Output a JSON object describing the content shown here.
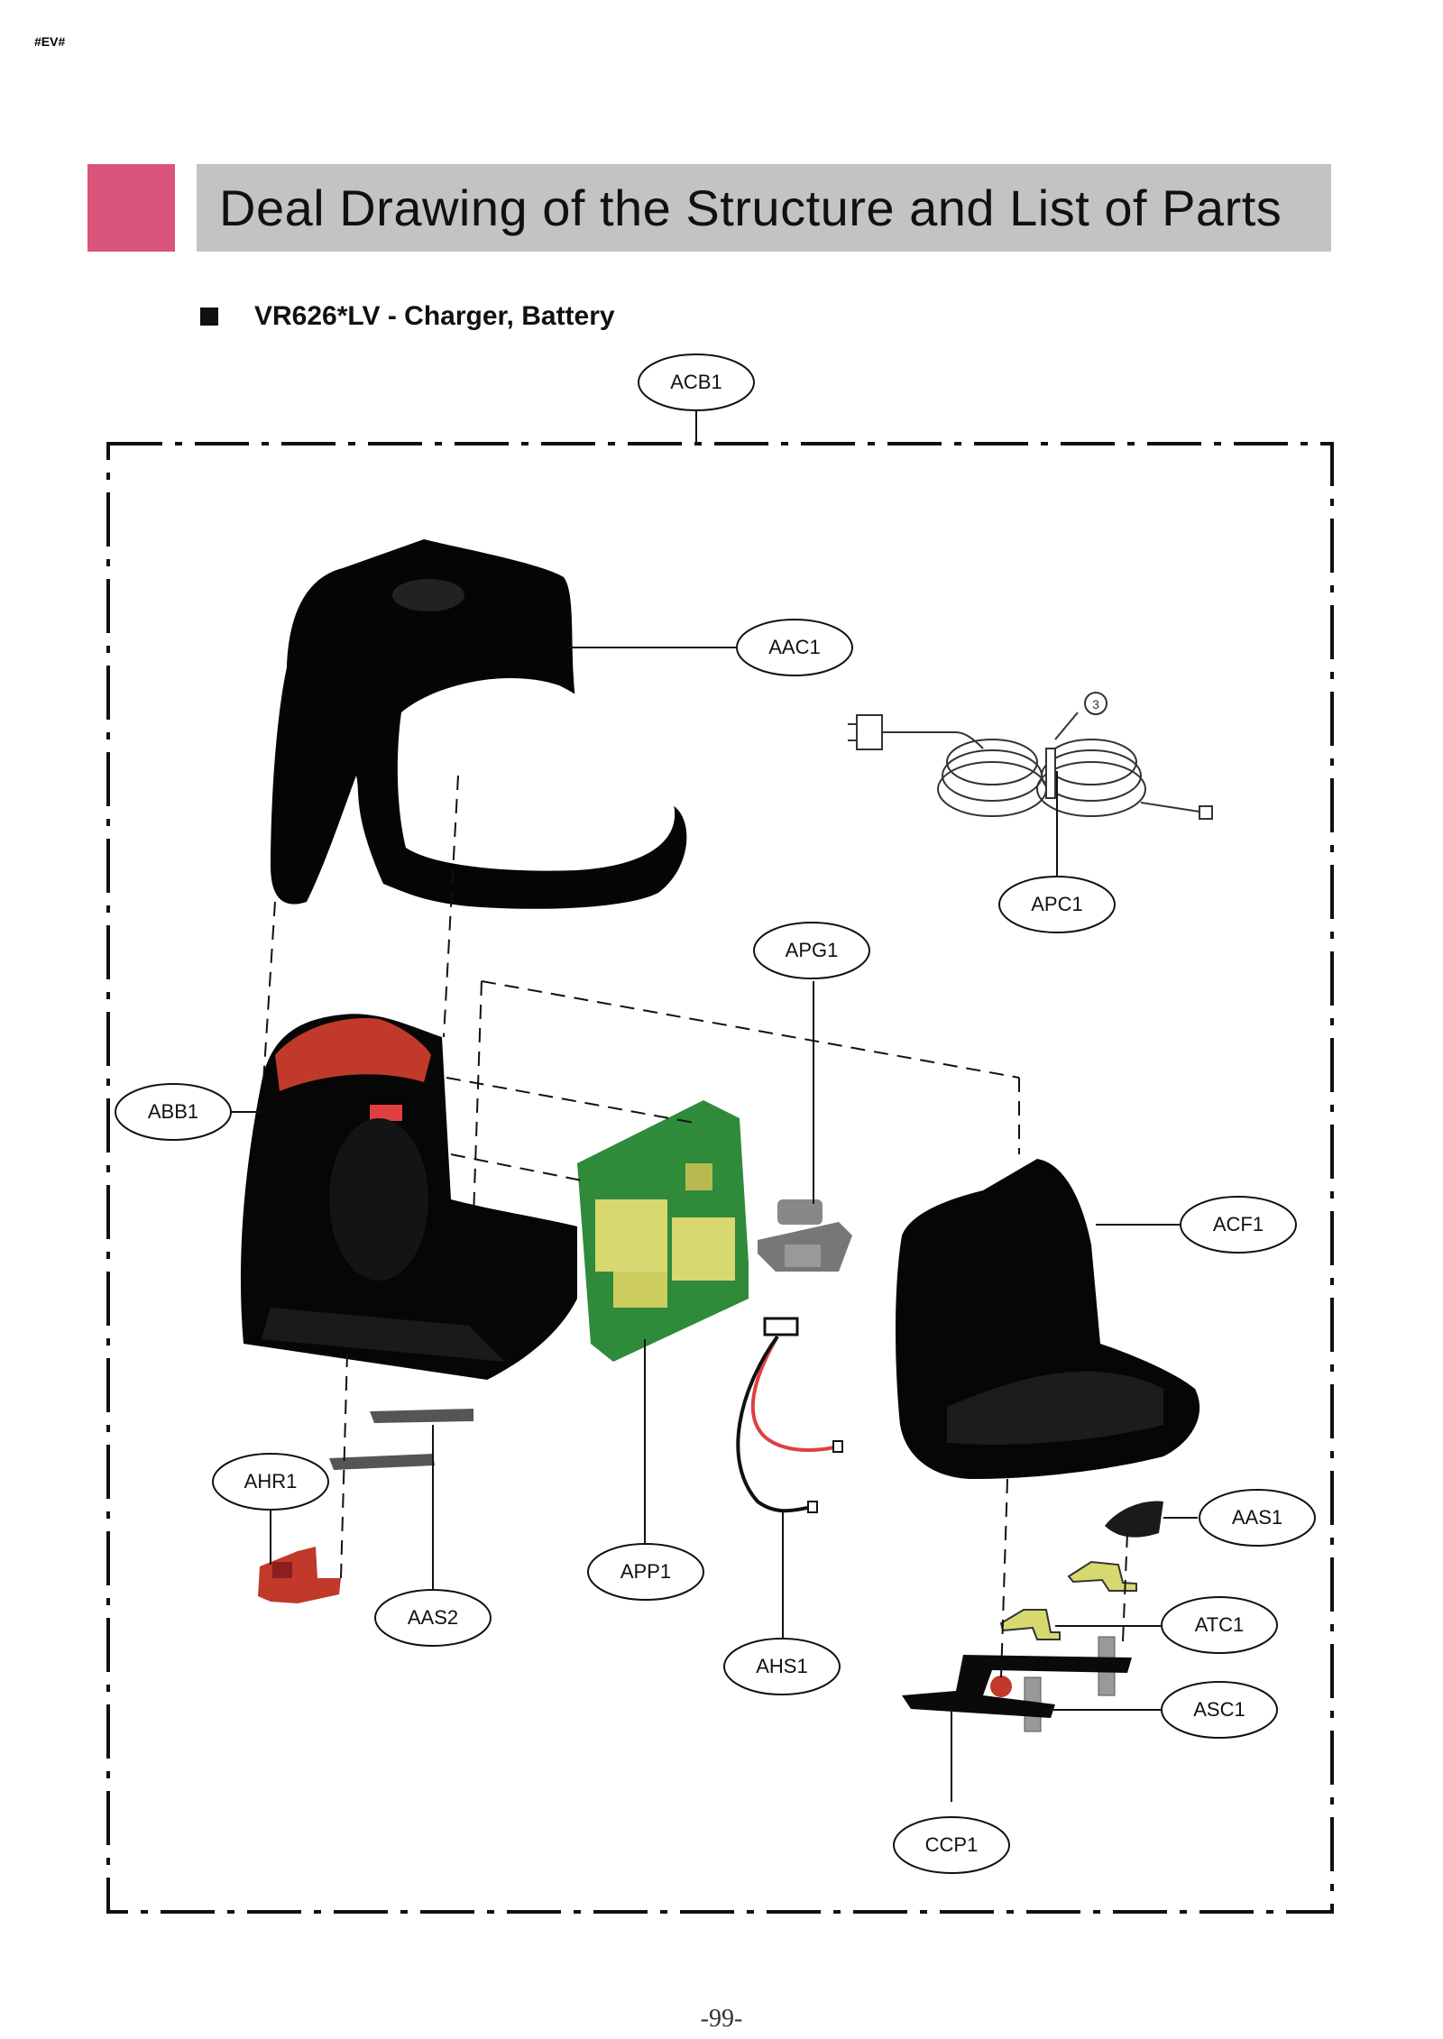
{
  "corner_tag": "#EV#",
  "title": "Deal Drawing of the Structure and List of Parts",
  "subtitle": "VR626*LV - Charger, Battery",
  "callouts": {
    "acb1": "ACB1",
    "aac1": "AAC1",
    "apc1": "APC1",
    "apg1": "APG1",
    "abb1": "ABB1",
    "acf1": "ACF1",
    "ahr1": "AHR1",
    "aas2": "AAS2",
    "app1": "APP1",
    "ahs1": "AHS1",
    "aas1": "AAS1",
    "atc1": "ATC1",
    "asc1": "ASC1",
    "ccp1": "CCP1"
  },
  "cord_marker": "3",
  "page_number": "-99-",
  "colors": {
    "accent": "#d9557b",
    "title_bar": "#c3c3c3",
    "pcb_green": "#2f8a3a",
    "component_yellow": "#d8d870",
    "holder_red": "#c0392b"
  }
}
